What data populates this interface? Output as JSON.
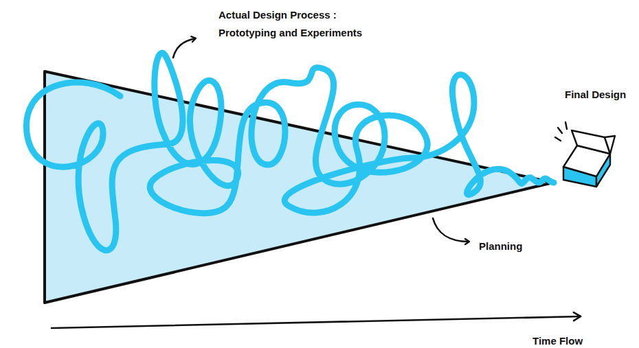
{
  "diagram": {
    "labels": [
      "Actual Design Process : Prototyping and Experiments",
      "Planning",
      "Final Design",
      "Time Flow"
    ]
  }
}
